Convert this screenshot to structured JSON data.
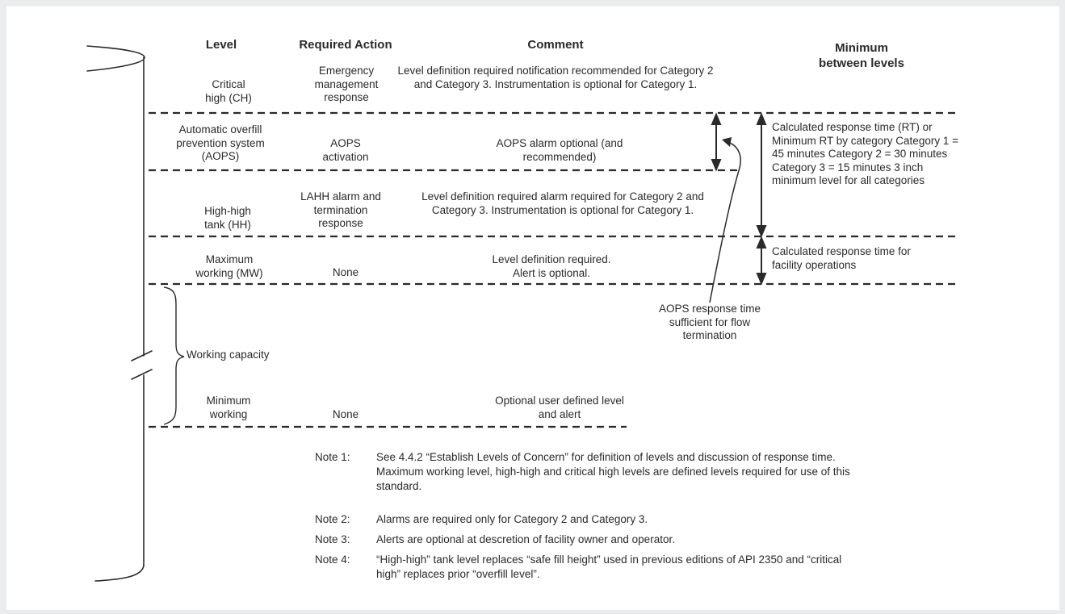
{
  "headers": {
    "level": "Level",
    "action": "Required Action",
    "comment": "Comment",
    "minimum": "Minimum between levels"
  },
  "rows": [
    {
      "level": "Critical high (CH)",
      "action": "Emergency management response",
      "comment": "Level definition required notification recommended for Category 2 and Category 3. Instrumentation is optional for Category 1."
    },
    {
      "level": "Automatic overfill prevention system (AOPS)",
      "action": "AOPS activation",
      "comment": "AOPS alarm optional (and recommended)"
    },
    {
      "level": "High-high tank (HH)",
      "action": "LAHH alarm and termination response",
      "comment": "Level definition required alarm required for Category 2 and Category 3. Instrumentation is optional for Category 1."
    },
    {
      "level": "Maximum working (MW)",
      "action": "None",
      "comment": "Level definition required. Alert is optional."
    },
    {
      "level": "Minimum working",
      "action": "None",
      "comment": "Optional user defined level and alert"
    }
  ],
  "minimums": {
    "upper": "Calculated response time (RT) or Minimum RT by category Category 1 = 45 minutes Category 2 = 30 minutes Category 3 = 15 minutes 3 inch minimum level for all categories",
    "lower": "Calculated response time for facility operations"
  },
  "working_capacity": "Working capacity",
  "aops_annotation": "AOPS response time sufficient for flow termination",
  "notes": [
    {
      "label": "Note 1:",
      "text": "See 4.4.2 “Establish Levels of Concern” for definition of levels and discussion of response time. Maximum working level, high-high and critical high levels are defined levels required for use of this standard."
    },
    {
      "label": "Note 2:",
      "text": "Alarms are required only for Category 2 and Category 3."
    },
    {
      "label": "Note 3:",
      "text": "Alerts are optional at descretion of facility owner and operator."
    },
    {
      "label": "Note 4:",
      "text": "“High-high” tank level replaces “safe fill height” used in previous editions of API 2350 and “critical high” replaces prior “overfill level”."
    }
  ],
  "colors": {
    "background": "#ebecee",
    "panel": "#ffffff",
    "ink": "#2a2a2a"
  }
}
